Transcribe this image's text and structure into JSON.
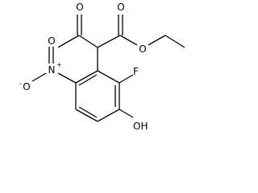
{
  "structure": {
    "atoms": {
      "ketone_oxygen": "O",
      "ester_carbonyl_oxygen": "O",
      "ester_oxygen": "O",
      "fluorine": "F",
      "hydroxyl": "OH",
      "nitro_nitrogen": "N",
      "nitro_charge_n": "+",
      "nitro_oxygen_top": "O",
      "nitro_oxygen_left": "O",
      "nitro_charge_o": "-"
    }
  },
  "colors": {
    "bond": "#000000",
    "label": "#000000",
    "background": "#ffffff"
  }
}
